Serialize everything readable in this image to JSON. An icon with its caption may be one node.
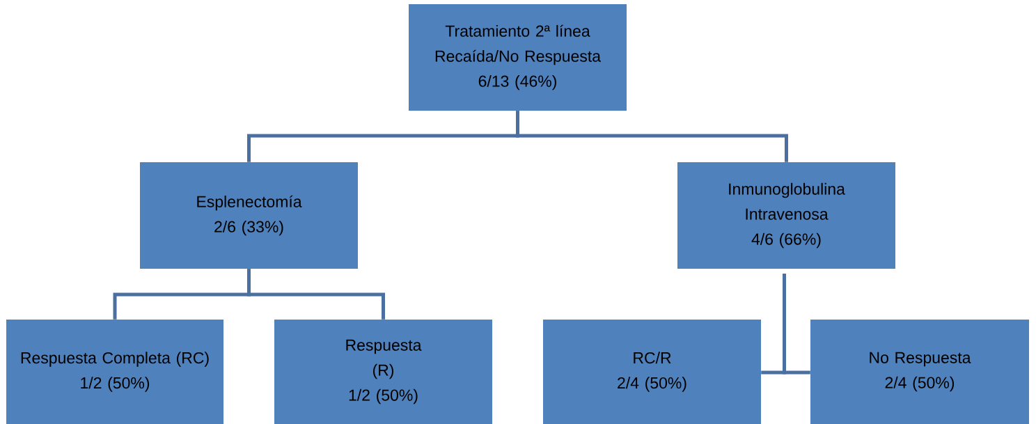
{
  "diagram": {
    "nodes": [
      {
        "text": [
          "Tratamiento 2ª línea",
          "Recaída/No Respuesta",
          "6/13 (46%)"
        ]
      },
      {
        "text": [
          "Esplenectomía",
          "2/6 (33%)"
        ]
      },
      {
        "text": [
          "Inmunoglobulina Intravenosa",
          "4/6 (66%)"
        ]
      },
      {
        "text": [
          "Respuesta Completa (RC)",
          "1/2 (50%)"
        ]
      },
      {
        "text": [
          "Respuesta (R)",
          "1/2 (50%)"
        ]
      },
      {
        "text": [
          "RC/R",
          "2/4 (50%)"
        ]
      },
      {
        "text": [
          "No Respuesta",
          "2/4 (50%)"
        ]
      }
    ],
    "edges": [
      {
        "from": 0,
        "to": 1,
        "arrow": "none"
      },
      {
        "from": 0,
        "to": 2,
        "arrow": "none"
      },
      {
        "from": 1,
        "to": 3,
        "arrow": "none"
      },
      {
        "from": 1,
        "to": 4,
        "arrow": "none"
      },
      {
        "from": 2,
        "to": 5,
        "arrow": "none"
      },
      {
        "from": 2,
        "to": 6,
        "arrow": "none"
      }
    ]
  }
}
